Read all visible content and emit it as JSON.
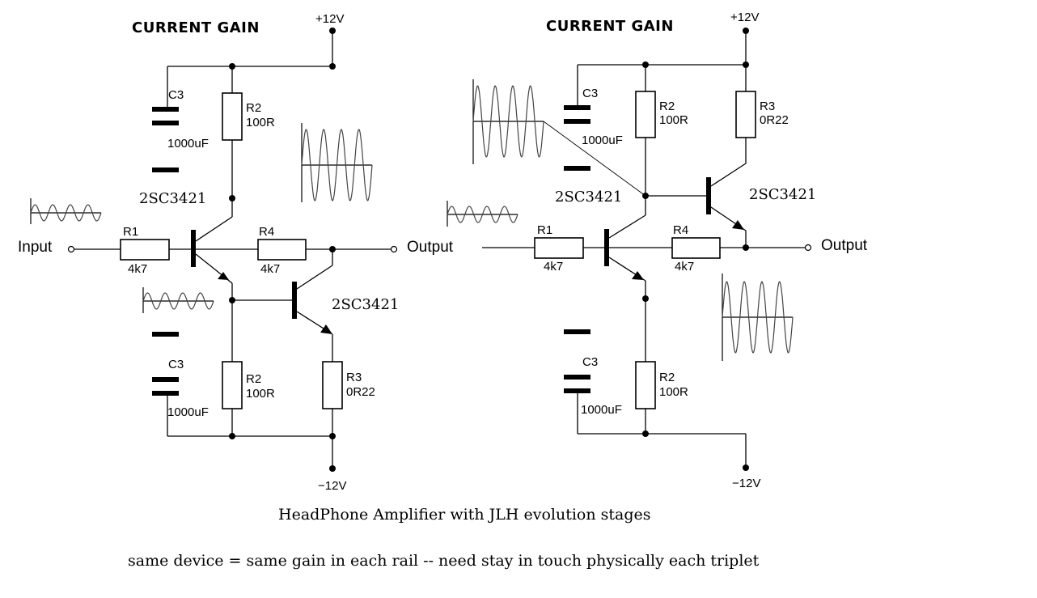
{
  "left": {
    "title": "CURRENT GAIN",
    "vplus": "+12V",
    "vminus": "−12V",
    "c3_top_name": "C3",
    "c3_top_value": "1000uF",
    "c3_bot_name": "C3",
    "c3_bot_value": "1000uF",
    "r2_top_name": "R2",
    "r2_top_value": "100R",
    "r2_bot_name": "R2",
    "r2_bot_value": "100R",
    "r1_name": "R1",
    "r1_value": "4k7",
    "r4_name": "R4",
    "r4_value": "4k7",
    "r3_name": "R3",
    "r3_value": "0R22",
    "q1_label": "2SC3421",
    "q2_label": "2SC3421",
    "input_label": "Input",
    "output_label": "Output"
  },
  "right": {
    "title": "CURRENT GAIN",
    "vplus": "+12V",
    "vminus": "−12V",
    "c3_top_name": "C3",
    "c3_top_value": "1000uF",
    "c3_bot_name": "C3",
    "c3_bot_value": "1000uF",
    "r2_top_name": "R2",
    "r2_top_value": "100R",
    "r2_bot_name": "R2",
    "r2_bot_value": "100R",
    "r1_name": "R1",
    "r1_value": "4k7",
    "r4_name": "R4",
    "r4_value": "4k7",
    "r3_name": "R3",
    "r3_value": "0R22",
    "q1_label": "2SC3421",
    "q2_label": "2SC3421",
    "output_label": "Output"
  },
  "caption": {
    "line1": "HeadPhone Amplifier with JLH evolution stages",
    "line2": "same device = same gain in each rail  --  need stay in touch physically each triplet"
  }
}
